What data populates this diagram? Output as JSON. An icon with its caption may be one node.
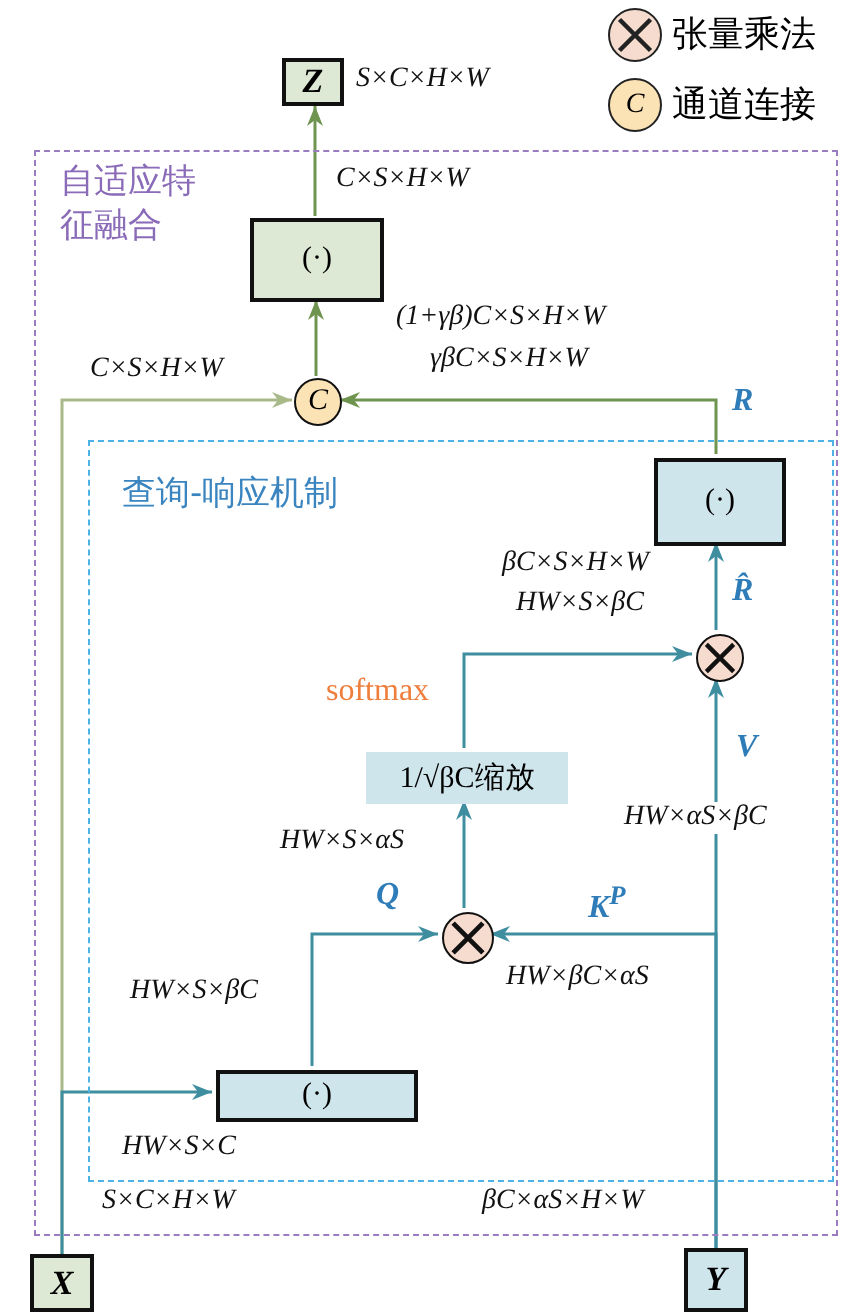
{
  "diagram": {
    "nodes": [
      {
        "text": [
          "自适应特征融合"
        ]
      },
      {
        "text": [
          "Z"
        ],
        "beside": [
          "S×C×H×W"
        ]
      },
      {
        "text": [
          "(·)"
        ],
        "in": 0
      },
      {
        "text": [
          "C"
        ],
        "in": 0
      },
      {
        "text": [
          "查询-响应机制"
        ],
        "in": 0
      },
      {
        "text": [
          "(·)"
        ],
        "in": 4
      },
      {
        "text": [],
        "shape": "circle",
        "in": 4
      },
      {
        "text": [
          "1/√βC缩放"
        ],
        "in": 4
      },
      {
        "text": [],
        "shape": "circle",
        "in": 4
      },
      {
        "text": [
          "(·)"
        ],
        "in": 4
      },
      {
        "text": [
          "X"
        ]
      },
      {
        "text": [
          "Y"
        ]
      }
    ],
    "edges": [
      {
        "from": 10,
        "to": 3,
        "arrow": "to",
        "label": "C×S×H×W",
        "color": "#a9b98a"
      },
      {
        "from": 5,
        "to": 3,
        "arrow": "to",
        "label": "R",
        "color": "#6e9450"
      },
      {
        "from": 3,
        "to": 2,
        "arrow": "to",
        "label": "(1+γβ)C×S×H×W",
        "color": "#6e9450"
      },
      {
        "from": 2,
        "to": 1,
        "arrow": "to",
        "label": "C×S×H×W",
        "color": "#6e9450"
      },
      {
        "from": 6,
        "to": 5,
        "arrow": "to",
        "label": "R̂"
      },
      {
        "from": 7,
        "to": 6,
        "arrow": "to",
        "label": "softmax"
      },
      {
        "from": 8,
        "to": 7,
        "arrow": "to",
        "label": "HW×S×αS"
      },
      {
        "from": 9,
        "to": 8,
        "arrow": "to",
        "label": "Q"
      },
      {
        "from": 11,
        "to": 8,
        "arrow": "to",
        "label": "K$^{P}$"
      },
      {
        "from": 11,
        "to": 6,
        "arrow": "to",
        "label": "V"
      },
      {
        "from": 10,
        "to": 9,
        "arrow": "to"
      }
    ],
    "labels": [
      "S×C×H×W",
      "βC×αS×H×W",
      "HW×S×C",
      "HW×S×βC",
      "HW×βC×αS",
      "HW×αS×βC",
      "βC×S×H×W",
      "HW×S×βC",
      "γβC×S×H×W",
      "C"
    ],
    "legend": [
      {
        "text": "张量乘法"
      },
      {
        "text": "通道连接"
      }
    ]
  }
}
